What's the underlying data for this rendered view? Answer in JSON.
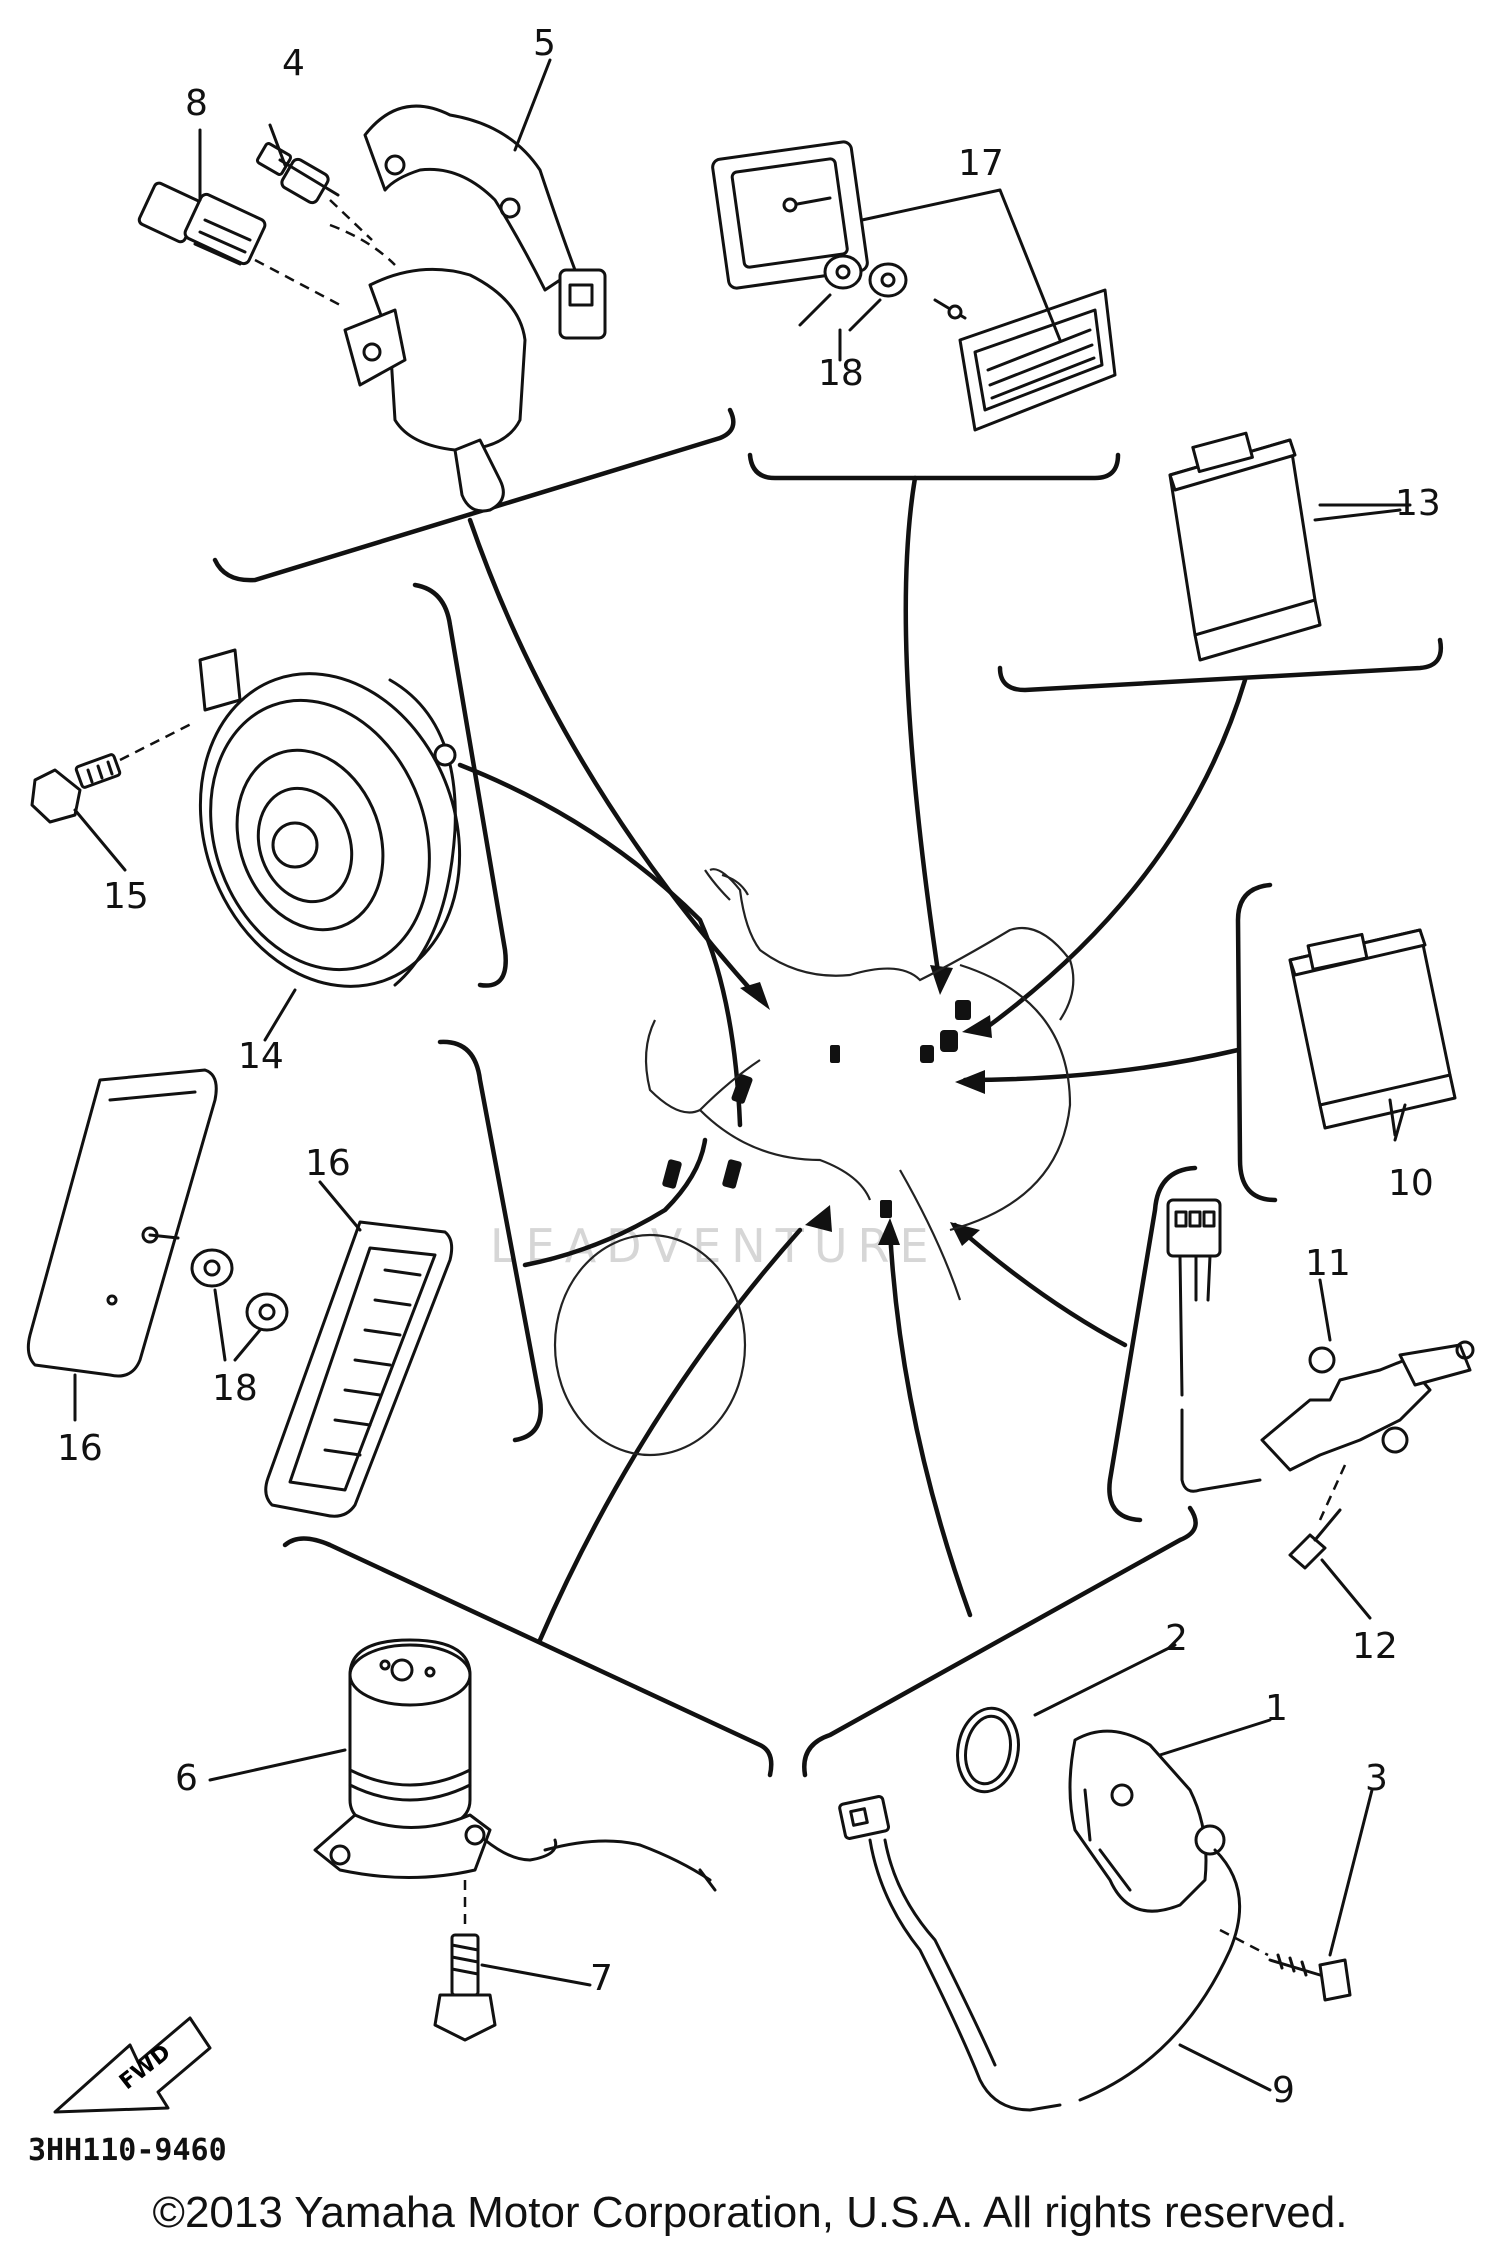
{
  "callouts": {
    "c1": "1",
    "c2": "2",
    "c3": "3",
    "c4": "4",
    "c5": "5",
    "c6": "6",
    "c7": "7",
    "c8": "8",
    "c9": "9",
    "c10": "10",
    "c11": "11",
    "c12": "12",
    "c13": "13",
    "c14": "14",
    "c15": "15",
    "c16a": "16",
    "c16b": "16",
    "c17": "17",
    "c18a": "18",
    "c18b": "18"
  },
  "figure_code": "3HH110-9460",
  "direction_arrow": "FWD",
  "watermark": "LEADVENTURE",
  "copyright": "©2013 Yamaha Motor Corporation, U.S.A. All rights reserved."
}
